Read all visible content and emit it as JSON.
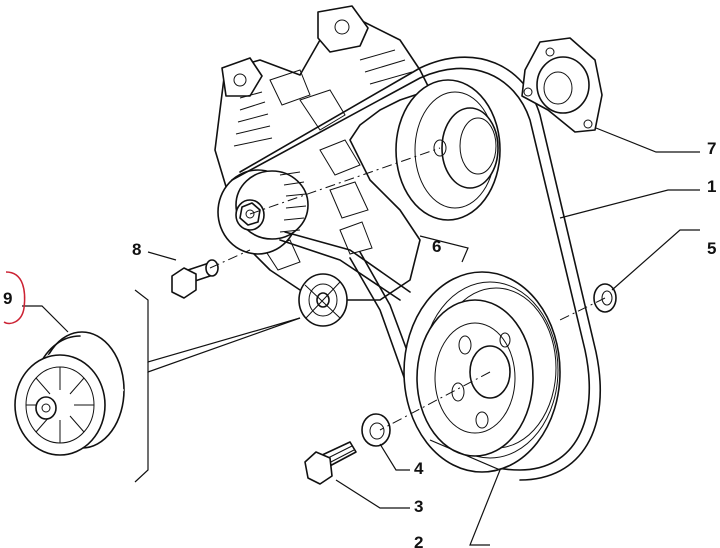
{
  "labels": {
    "p1": "1",
    "p2": "2",
    "p3": "3",
    "p4": "4",
    "p5": "5",
    "p6": "6",
    "p7": "7",
    "p8": "8",
    "p9": "9"
  },
  "highlight_color": "#cc2233"
}
